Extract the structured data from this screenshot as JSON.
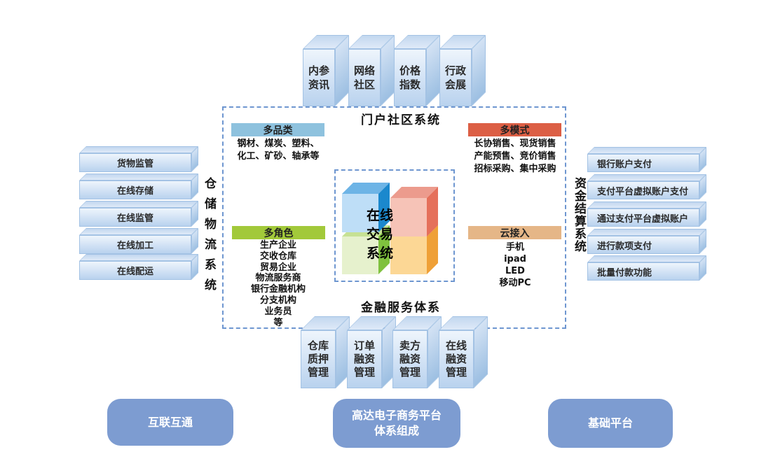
{
  "portal_system": {
    "label": "门户社区系统",
    "boxes": [
      "内参\n资讯",
      "网络\n社区",
      "价格\n指数",
      "行政\n会展"
    ]
  },
  "warehouse_system": {
    "label": "仓储物流系统",
    "boxes": [
      "货物监管",
      "在线存储",
      "在线监管",
      "在线加工",
      "在线配运"
    ]
  },
  "settlement_system": {
    "label": "资金结算系统",
    "boxes": [
      "银行账户支付",
      "支付平台虚拟账户支付",
      "通过支付平台虚拟账户",
      "进行款项支付",
      "批量付款功能"
    ]
  },
  "finance_system": {
    "label": "金融服务体系",
    "boxes": [
      "仓库\n质押\n管理",
      "订单\n融资\n管理",
      "卖方\n融资\n管理",
      "在线\n融资\n管理"
    ]
  },
  "panels": {
    "categories": {
      "title": "多品类",
      "color": "#8ec2de",
      "body": "钢材、煤炭、塑料、\n化工、矿砂、轴承等"
    },
    "modes": {
      "title": "多模式",
      "color": "#dc5f45",
      "body": "长协销售、现货销售\n产能预售、竞价销售\n招标采购、集中采购"
    },
    "roles": {
      "title": "多角色",
      "color": "#a2c93a",
      "body": "生产企业\n交收仓库\n贸易企业\n物流服务商\n银行金融机构\n分支机构\n业务员\n等"
    },
    "cloud": {
      "title": "云接入",
      "color": "#e5b687",
      "body": "手机\nipad\nLED\n移动PC"
    }
  },
  "center_system": {
    "label": "在线\n交易\n系统"
  },
  "footer": {
    "left": "互联互通",
    "center": "高达电子商务平台\n体系组成",
    "right": "基础平台"
  },
  "colors": {
    "dashed_border": "#6e96d0",
    "box_fill_light": "#d6e5f6",
    "footer_pill": "#7d9cd1",
    "cube_blue": "#1b88cd",
    "cube_red": "#e5705b",
    "cube_green": "#7fc13e",
    "cube_orange": "#efa037"
  }
}
